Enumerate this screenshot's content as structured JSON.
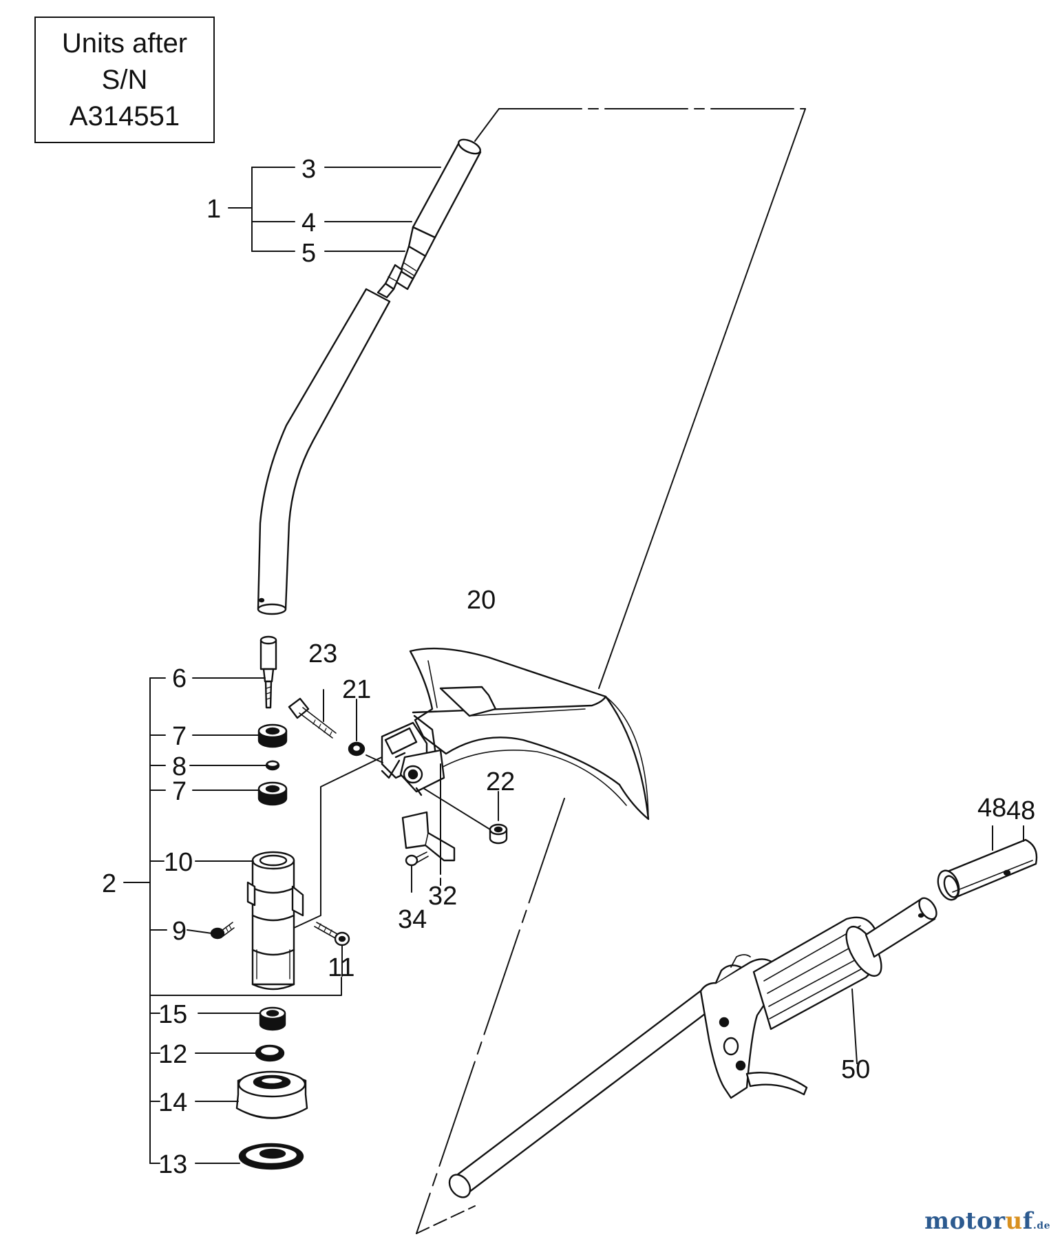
{
  "serial_box": {
    "lines": [
      "Units after",
      "S/N",
      "A314551"
    ]
  },
  "callouts": {
    "c1": "1",
    "c2": "2",
    "c3": "3",
    "c4": "4",
    "c5": "5",
    "c6": "6",
    "c7a": "7",
    "c7b": "7",
    "c8": "8",
    "c9": "9",
    "c10": "10",
    "c11": "11",
    "c12": "12",
    "c13": "13",
    "c14": "14",
    "c15": "15",
    "c20": "20",
    "c21": "21",
    "c22": "22",
    "c23": "23",
    "c32": "32",
    "c34": "34",
    "c48a": "48",
    "c48b": "48",
    "c50": "50"
  },
  "watermark": {
    "brand_start": "motor",
    "brand_accent": "u",
    "brand_end": "f",
    "tld": ".de"
  }
}
